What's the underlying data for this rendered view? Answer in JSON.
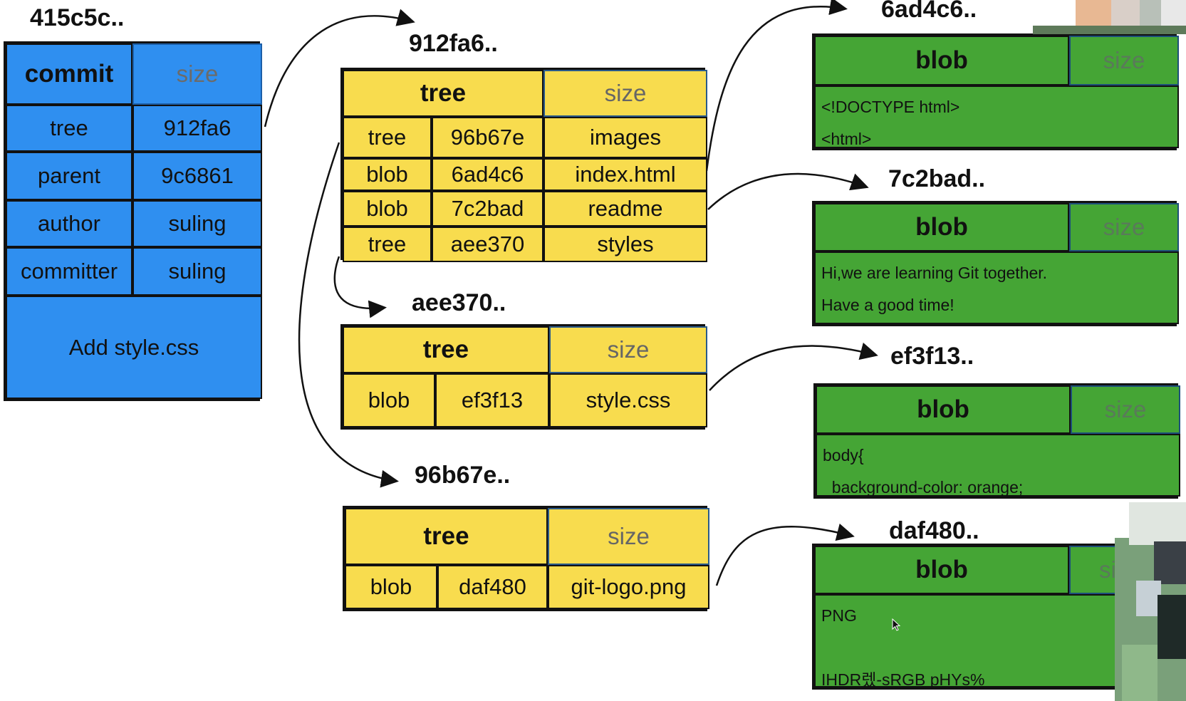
{
  "commit": {
    "hash": "415c5c..",
    "type": "commit",
    "size_label": "size",
    "rows": [
      {
        "key": "tree",
        "value": "912fa6"
      },
      {
        "key": "parent",
        "value": "9c6861"
      },
      {
        "key": "author",
        "value": "suling"
      },
      {
        "key": "committer",
        "value": "suling"
      }
    ],
    "message": "Add style.css"
  },
  "trees": [
    {
      "hash": "912fa6..",
      "type": "tree",
      "size_label": "size",
      "entries": [
        {
          "type": "tree",
          "hash": "96b67e",
          "name": "images"
        },
        {
          "type": "blob",
          "hash": "6ad4c6",
          "name": "index.html"
        },
        {
          "type": "blob",
          "hash": "7c2bad",
          "name": "readme"
        },
        {
          "type": "tree",
          "hash": "aee370",
          "name": "styles"
        }
      ]
    },
    {
      "hash": "aee370..",
      "type": "tree",
      "size_label": "size",
      "entries": [
        {
          "type": "blob",
          "hash": "ef3f13",
          "name": "style.css"
        }
      ]
    },
    {
      "hash": "96b67e..",
      "type": "tree",
      "size_label": "size",
      "entries": [
        {
          "type": "blob",
          "hash": "daf480",
          "name": "git-logo.png"
        }
      ]
    }
  ],
  "blobs": [
    {
      "hash": "6ad4c6..",
      "type": "blob",
      "size_label": "size",
      "lines": [
        "<!DOCTYPE html>",
        "<html>"
      ]
    },
    {
      "hash": "7c2bad..",
      "type": "blob",
      "size_label": "size",
      "lines": [
        "Hi,we are learning Git together.",
        "Have a good time!"
      ]
    },
    {
      "hash": "ef3f13..",
      "type": "blob",
      "size_label": "size",
      "lines": [
        "body{",
        "  background-color: orange;"
      ]
    },
    {
      "hash": "daf480..",
      "type": "blob",
      "size_label": "si",
      "lines": [
        "PNG",
        "",
        "IHDR렜-sRGB pHYs%"
      ]
    }
  ],
  "colors": {
    "commit": "#2f8ff0",
    "tree": "#f8dc4e",
    "blob": "#45a535"
  }
}
